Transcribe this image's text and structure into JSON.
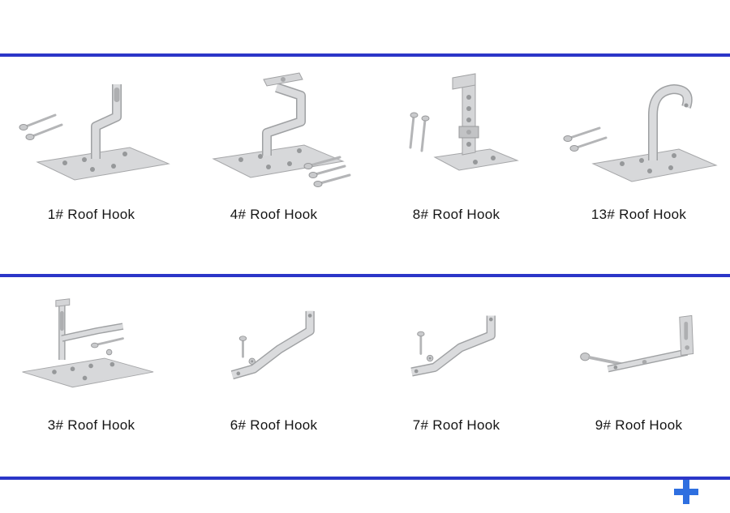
{
  "page": {
    "background": "#ffffff",
    "divider_color": "#2b36c8",
    "plus_color": "#2e6fe0"
  },
  "products": [
    {
      "label": "1# Roof Hook"
    },
    {
      "label": "4# Roof Hook"
    },
    {
      "label": "8# Roof Hook"
    },
    {
      "label": "13# Roof Hook"
    },
    {
      "label": "3# Roof Hook"
    },
    {
      "label": "6# Roof Hook"
    },
    {
      "label": "7# Roof Hook"
    },
    {
      "label": "9# Roof Hook"
    }
  ]
}
